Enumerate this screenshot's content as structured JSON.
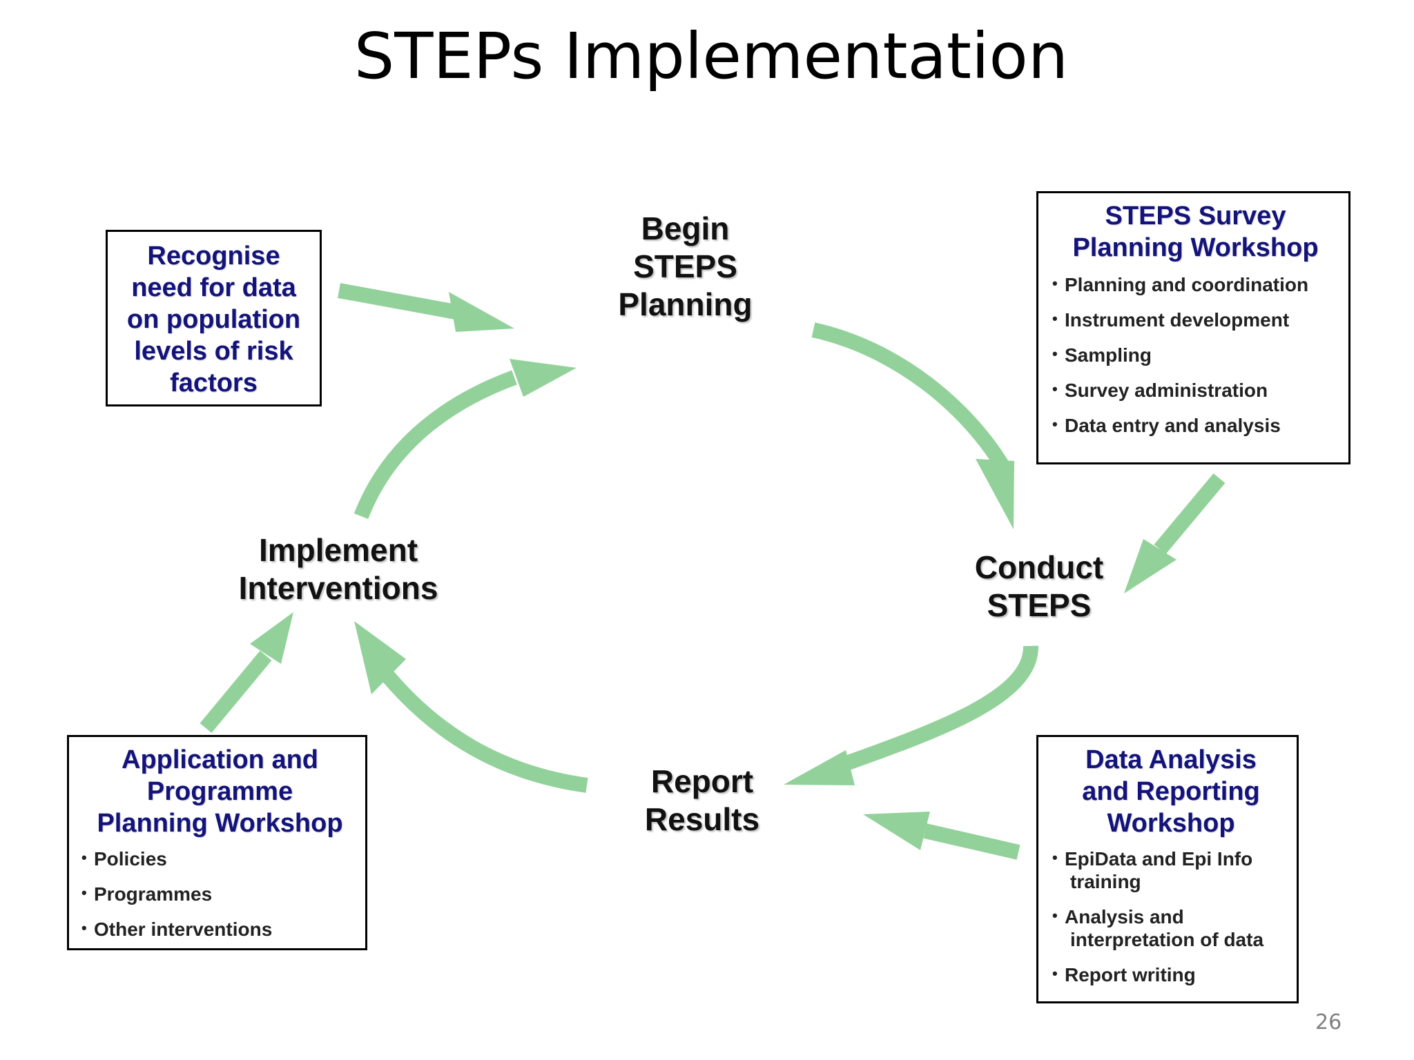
{
  "slide": {
    "title": "STEPs Implementation",
    "page_number": "26"
  },
  "diagram": {
    "arrow_color": "#92d29a",
    "stages": {
      "begin": [
        "Begin",
        "STEPS",
        "Planning"
      ],
      "conduct": [
        "Conduct",
        "STEPS"
      ],
      "report": [
        "Report",
        "Results"
      ],
      "implement": [
        "Implement",
        "Interventions"
      ]
    },
    "boxes": {
      "recognise": {
        "heading": [
          "Recognise",
          "need for data",
          "on population",
          "levels of risk",
          "factors"
        ]
      },
      "survey_workshop": {
        "heading": [
          "STEPS Survey",
          "Planning Workshop"
        ],
        "items": [
          "Planning and coordination",
          "Instrument development",
          "Sampling",
          "Survey administration",
          "Data entry and analysis"
        ]
      },
      "data_workshop": {
        "heading": [
          "Data Analysis",
          "and Reporting",
          "Workshop"
        ],
        "items": [
          [
            "EpiData and Epi Info",
            "training"
          ],
          [
            "Analysis and",
            "interpretation of data"
          ],
          [
            "Report writing"
          ]
        ]
      },
      "application_workshop": {
        "heading": [
          "Application and",
          "Programme",
          "Planning Workshop"
        ],
        "items": [
          "Policies",
          "Programmes",
          "Other interventions"
        ]
      }
    }
  }
}
